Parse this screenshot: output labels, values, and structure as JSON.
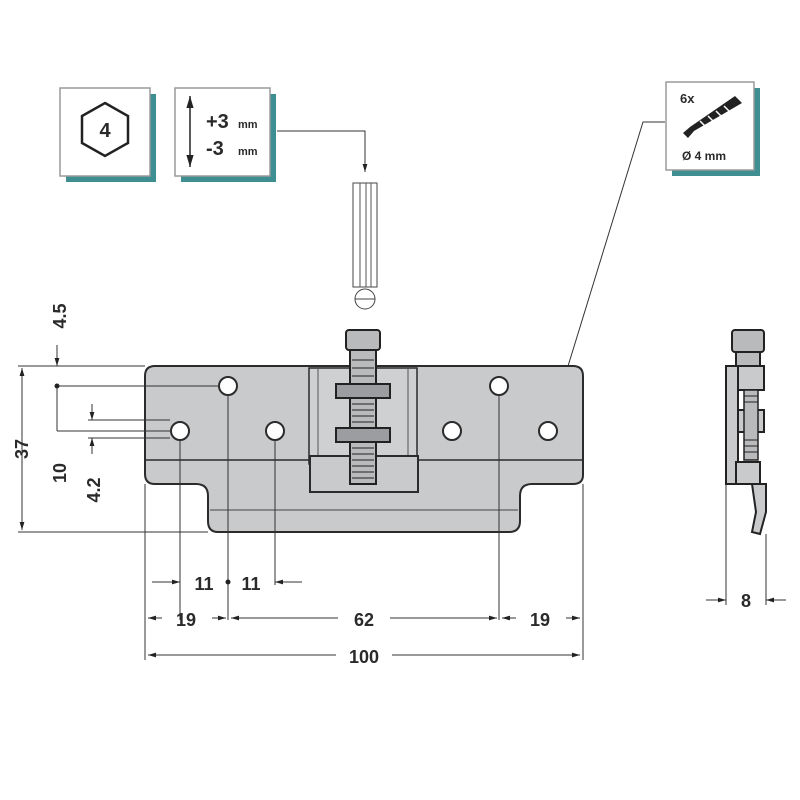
{
  "icons": {
    "hex_key_size": "4",
    "adjust_plus": "+3",
    "adjust_minus": "-3",
    "adjust_unit": "mm",
    "screw_count": "6x",
    "screw_diameter": "Ø 4 mm"
  },
  "dimensions": {
    "top_offset": "4.5",
    "height": "37",
    "hole_row_offset": "10",
    "slot_offset": "4.2",
    "hole_spacing_left": "11",
    "hole_spacing_right": "11",
    "edge_left": "19",
    "center_span": "62",
    "edge_right": "19",
    "total_width": "100",
    "side_depth": "8"
  },
  "colors": {
    "plate": "#c9cacc",
    "icon_shadow": "#3f8f92",
    "line": "#2b2b2b"
  }
}
